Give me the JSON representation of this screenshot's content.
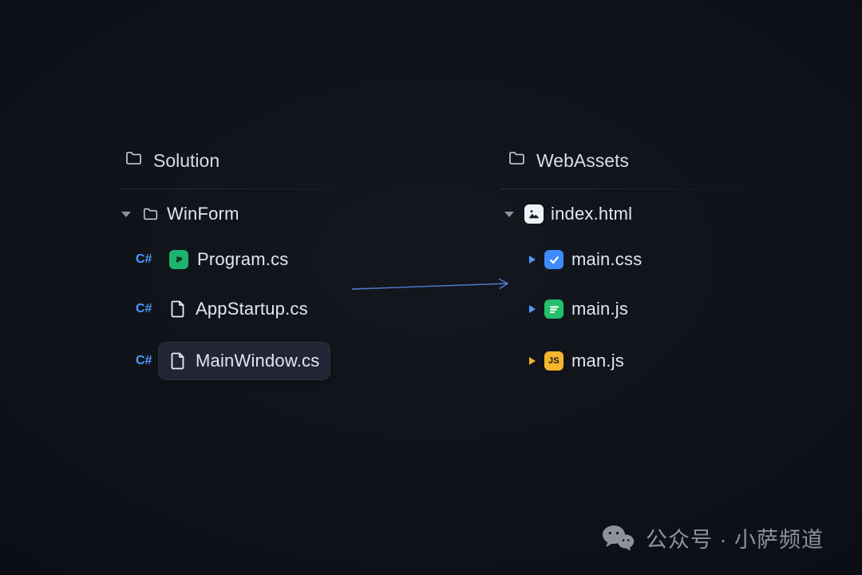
{
  "left_panel": {
    "header": "Solution",
    "root": {
      "label": "WinForm"
    },
    "files": [
      {
        "badge": "C#",
        "label": "Program.cs",
        "selected": false
      },
      {
        "badge": "C#",
        "label": "AppStartup.cs",
        "selected": false
      },
      {
        "badge": "C#",
        "label": "MainWindow.cs",
        "selected": true
      }
    ]
  },
  "right_panel": {
    "header": "WebAssets",
    "root": {
      "label": "index.html"
    },
    "files": [
      {
        "label": "main.css"
      },
      {
        "label": "main.js"
      },
      {
        "label": "man.js",
        "icon_text": "JS"
      }
    ]
  },
  "watermark": {
    "text": "公众号 · 小萨频道"
  },
  "colors": {
    "csharp_badge": "#4c9bff",
    "arrow": "#4e7fd0",
    "selected_row_bg": "#222634",
    "caret_gray": "#8b93a3",
    "caret_blue": "#4c9bff",
    "caret_yellow": "#f0b429",
    "icon_package_green": "#1db470",
    "icon_css_blue": "#3d8bfd",
    "icon_js_green": "#23c06b",
    "icon_js_yellow": "#f3b62c"
  }
}
